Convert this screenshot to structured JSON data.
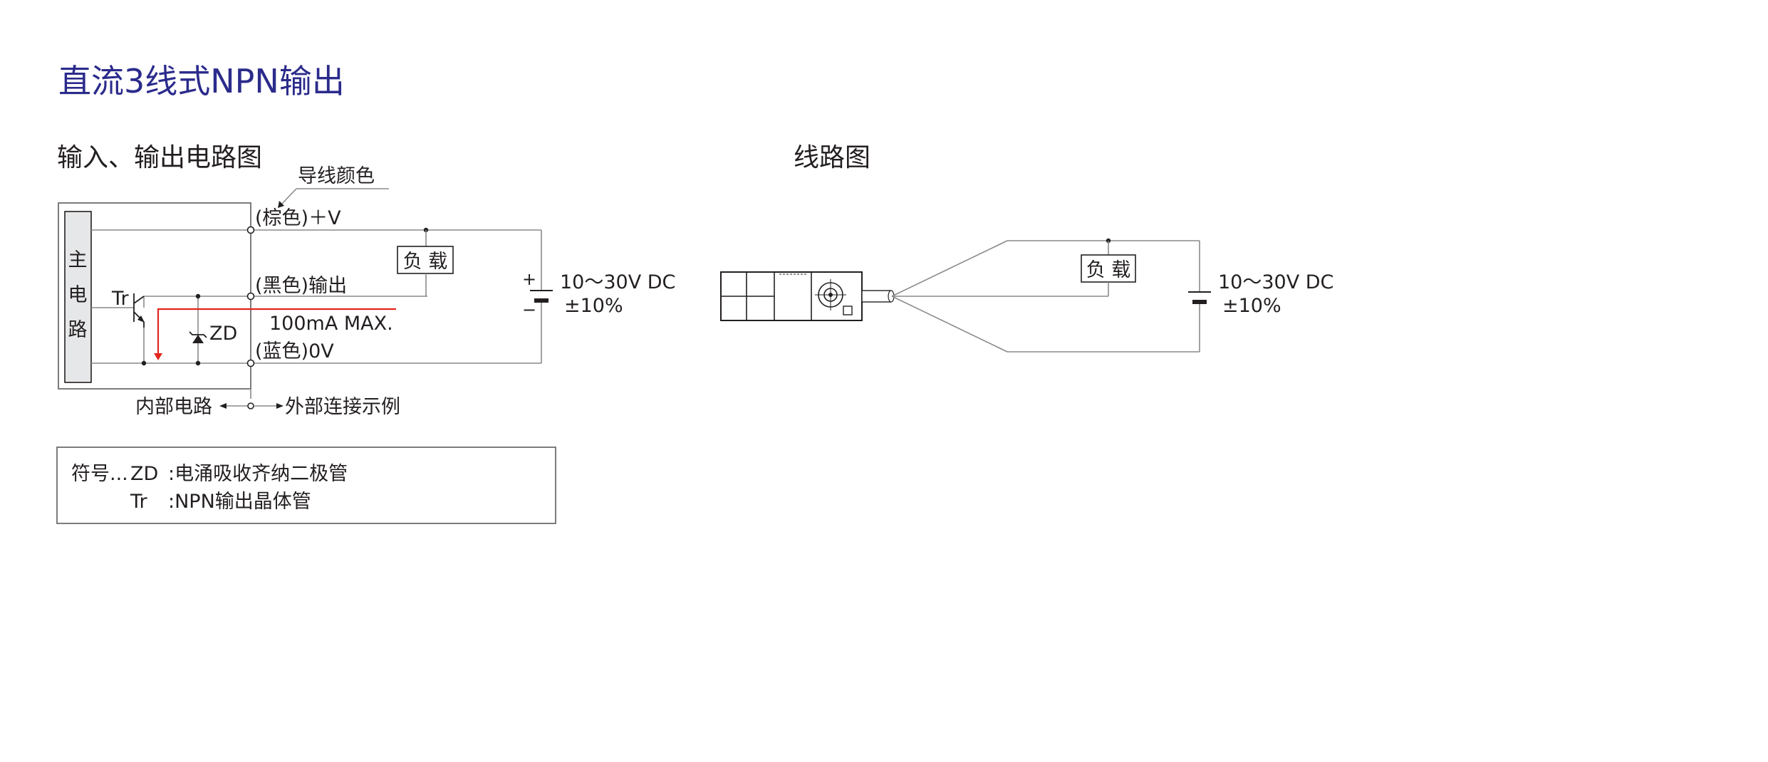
{
  "title": "直流3线式NPN输出",
  "left_diagram": {
    "heading": "输入、输出电路图",
    "wire_color_label": "导线颜色",
    "main_circuit": [
      "主",
      "电",
      "路"
    ],
    "brown_wire": "(棕色)＋V",
    "black_wire": "(黑色)输出",
    "blue_wire": "(蓝色)0V",
    "load": "负 载",
    "transistor": "Tr",
    "zener": "ZD",
    "current": "100mA  MAX.",
    "supply_voltage": "10～30V DC",
    "supply_tolerance": "±10%",
    "plus": "+",
    "minus": "−",
    "internal": "内部电路",
    "external": "外部连接示例"
  },
  "legend": {
    "prefix": "符号...",
    "rows": [
      {
        "symbol": "ZD",
        "desc": ":电涌吸收齐纳二极管"
      },
      {
        "symbol": "Tr",
        "desc": ":NPN输出晶体管"
      }
    ]
  },
  "right_diagram": {
    "heading": "线路图",
    "load": "负 载",
    "supply_voltage": "10～30V DC",
    "supply_tolerance": "±10%"
  },
  "colors": {
    "title": "#2b2b8c",
    "text": "#231f20",
    "wire": "#8a8a8a",
    "current_arrow": "#e2261c",
    "main_circuit_fill": "#e6e7e8"
  }
}
